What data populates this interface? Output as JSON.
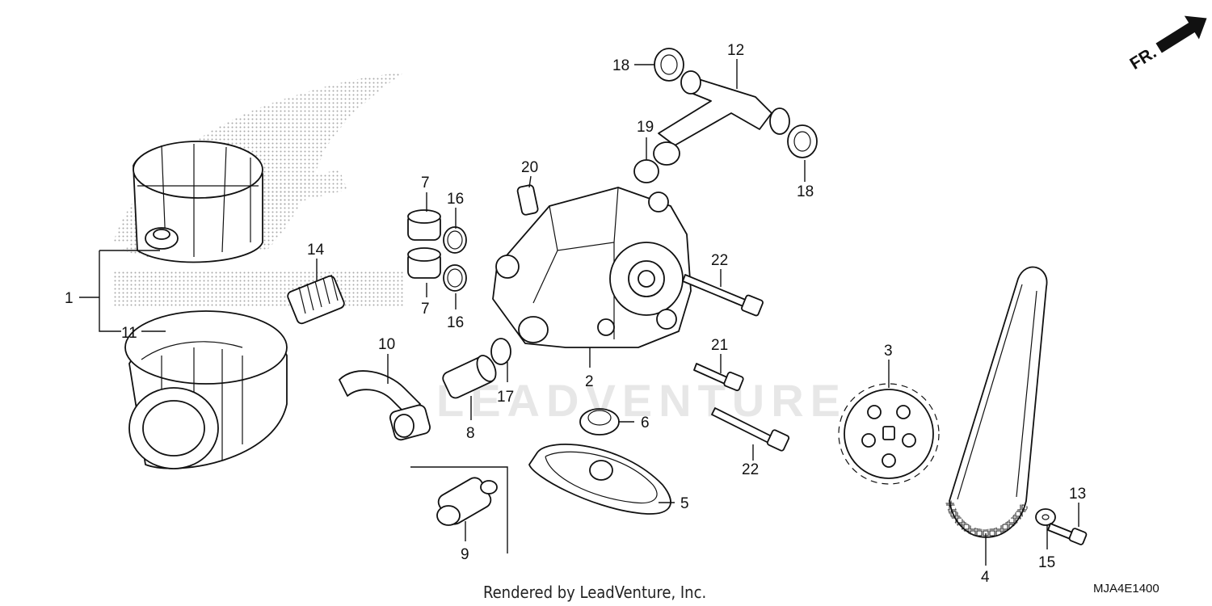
{
  "diagram": {
    "part_code": "MJA4E1400",
    "footer": "Rendered by LeadVenture, Inc.",
    "watermark": "LEADVENTURE",
    "direction_label": "FR.",
    "callouts": {
      "c1": "1",
      "c2": "2",
      "c3": "3",
      "c4": "4",
      "c5": "5",
      "c6": "6",
      "c7a": "7",
      "c7b": "7",
      "c8": "8",
      "c9": "9",
      "c10": "10",
      "c11": "11",
      "c12": "12",
      "c13": "13",
      "c14": "14",
      "c15": "15",
      "c16a": "16",
      "c16b": "16",
      "c17": "17",
      "c18a": "18",
      "c18b": "18",
      "c19": "19",
      "c20": "20",
      "c21": "21",
      "c22a": "22",
      "c22b": "22"
    }
  }
}
